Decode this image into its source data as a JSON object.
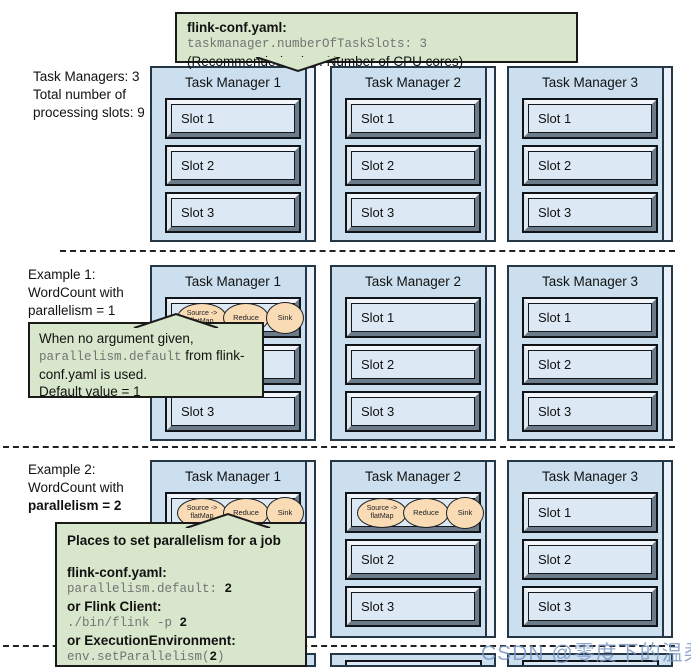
{
  "colors": {
    "note_green": "#d8e6cc",
    "tm_blue": "#cbdfef",
    "slot_blue": "#dce9f5",
    "task_peach": "#f9dbb5",
    "border_dark": "#243746"
  },
  "top_note": {
    "title": "flink-conf.yaml:",
    "code": "taskmanager.numberOfTaskSlots: 3",
    "note": "(Recommended value: Number of CPU cores)"
  },
  "tm_titles": [
    "Task Manager 1",
    "Task Manager 2",
    "Task Manager 3"
  ],
  "slot_labels": [
    "Slot 1",
    "Slot 2",
    "Slot 3"
  ],
  "tasks": {
    "source_l1": "Source ->",
    "source_l2": "flatMap",
    "reduce": "Reduce",
    "sink": "Sink"
  },
  "rows": [
    {
      "label_l1": "Task Managers: 3",
      "label_l2": "Total number of",
      "label_l3": "processing slots: 9"
    },
    {
      "label_l1": "Example 1:",
      "label_l2": "WordCount with",
      "label_l3": "parallelism = 1"
    },
    {
      "label_l1": "Example 2:",
      "label_l2": "WordCount with",
      "label_l3": "parallelism = 2"
    }
  ],
  "note1": {
    "l1": "When no argument given,",
    "l2_code": "parallelism.default",
    "l2_rest": " from flink-",
    "l3": "conf.yaml is used.",
    "l4": "Default value = 1"
  },
  "note2": {
    "heading": "Places to set parallelism for a job",
    "s1_label": "flink-conf.yaml:",
    "s1_code": "parallelism.default: ",
    "s1_val": "2",
    "s2_label": "or Flink Client:",
    "s2_code": "./bin/flink -p ",
    "s2_val": "2",
    "s3_label": "or ExecutionEnvironment:",
    "s3_code_pre": "env.setParallelism(",
    "s3_val": "2",
    "s3_code_post": ")"
  },
  "watermark": "CSDN @零度下的温柔"
}
